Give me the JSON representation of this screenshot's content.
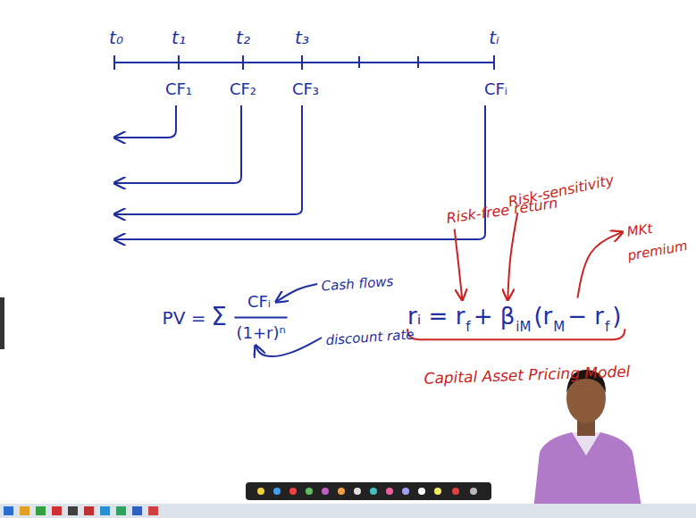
{
  "diagram": {
    "labels": [
      "t₀",
      "t₁",
      "t₂",
      "t₃",
      "tᵢ",
      "CF₁",
      "CF₂",
      "CF₃",
      "CFᵢ",
      "PV =",
      "Σ",
      "CFᵢ",
      "(1+r)ⁿ",
      "Cash flows",
      "discount rate",
      "rᵢ = r",
      "f",
      "+ β",
      "iM",
      "(r",
      "M",
      "− r",
      "f",
      ")",
      "Risk-free return",
      "Risk-sensitivity",
      "MKt",
      "premium",
      "Capital Asset Pricing Model"
    ]
  }
}
